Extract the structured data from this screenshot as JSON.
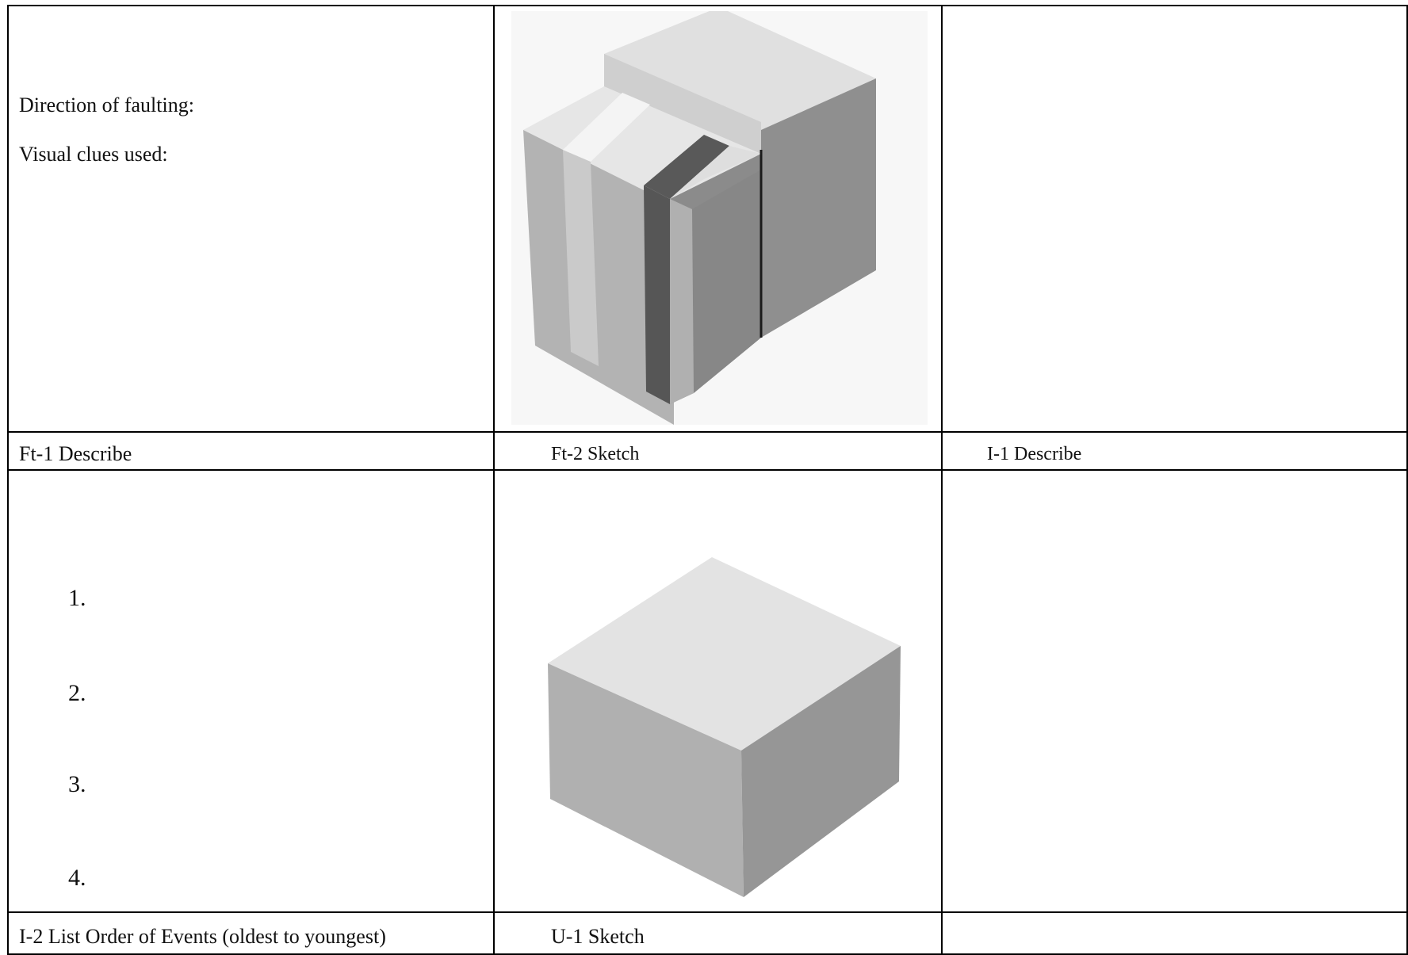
{
  "prompts": {
    "direction": "Direction of faulting:",
    "clues": "Visual clues used:"
  },
  "labels": {
    "ft1": "Ft-1 Describe",
    "ft2": "Ft-2 Sketch",
    "i1": "I-1 Describe",
    "i2": "I-2 List Order of Events (oldest to youngest)",
    "u1": "U-1 Sketch"
  },
  "order_list": [
    "1.",
    "2.",
    "3.",
    "4."
  ],
  "colors": {
    "border": "#000000",
    "face_top": "#e3e3e3",
    "face_front": "#b0b0b0",
    "face_side": "#939393",
    "light_band": "#c8c8c8",
    "dark_band": "#555555",
    "fault_line": "#1a1a1a"
  }
}
